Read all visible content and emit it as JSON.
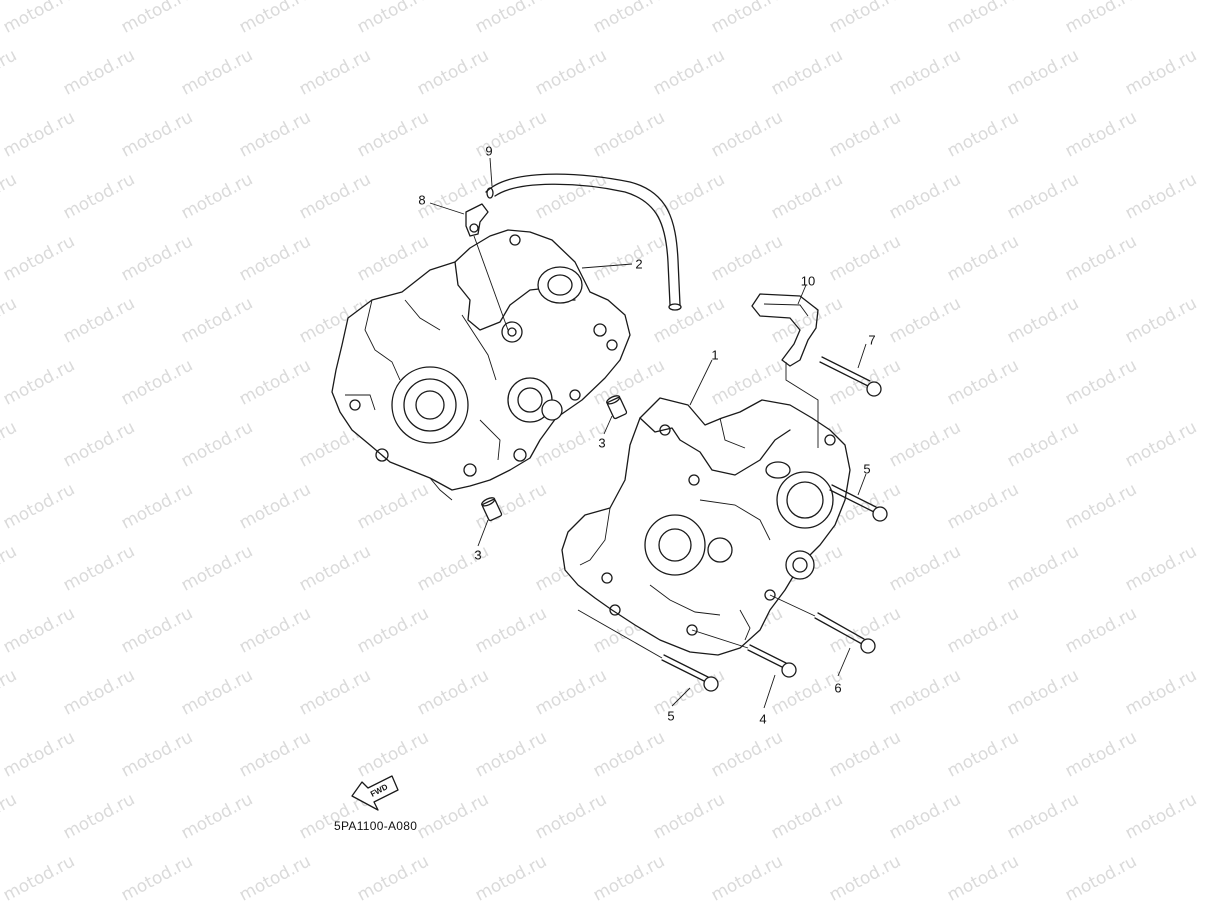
{
  "watermark": {
    "text": "motod.ru"
  },
  "diagram": {
    "code": "5PA1100-A080",
    "fwd_label": "FWD",
    "parts": [
      {
        "id": "p1",
        "number": "1",
        "name": "crankcase-right"
      },
      {
        "id": "p2",
        "number": "2",
        "name": "crankcase-left"
      },
      {
        "id": "p3a",
        "number": "3",
        "name": "dowel-pin-lower"
      },
      {
        "id": "p3b",
        "number": "3",
        "name": "dowel-pin-middle"
      },
      {
        "id": "p4",
        "number": "4",
        "name": "bolt-center"
      },
      {
        "id": "p5a",
        "number": "5",
        "name": "bolt-lower-left"
      },
      {
        "id": "p5b",
        "number": "5",
        "name": "bolt-right-upper"
      },
      {
        "id": "p6",
        "number": "6",
        "name": "bolt-long-right"
      },
      {
        "id": "p7",
        "number": "7",
        "name": "bolt-top-right"
      },
      {
        "id": "p8",
        "number": "8",
        "name": "breather-nipple"
      },
      {
        "id": "p9",
        "number": "9",
        "name": "breather-hose"
      },
      {
        "id": "p10",
        "number": "10",
        "name": "hose-guide-clip"
      }
    ]
  }
}
